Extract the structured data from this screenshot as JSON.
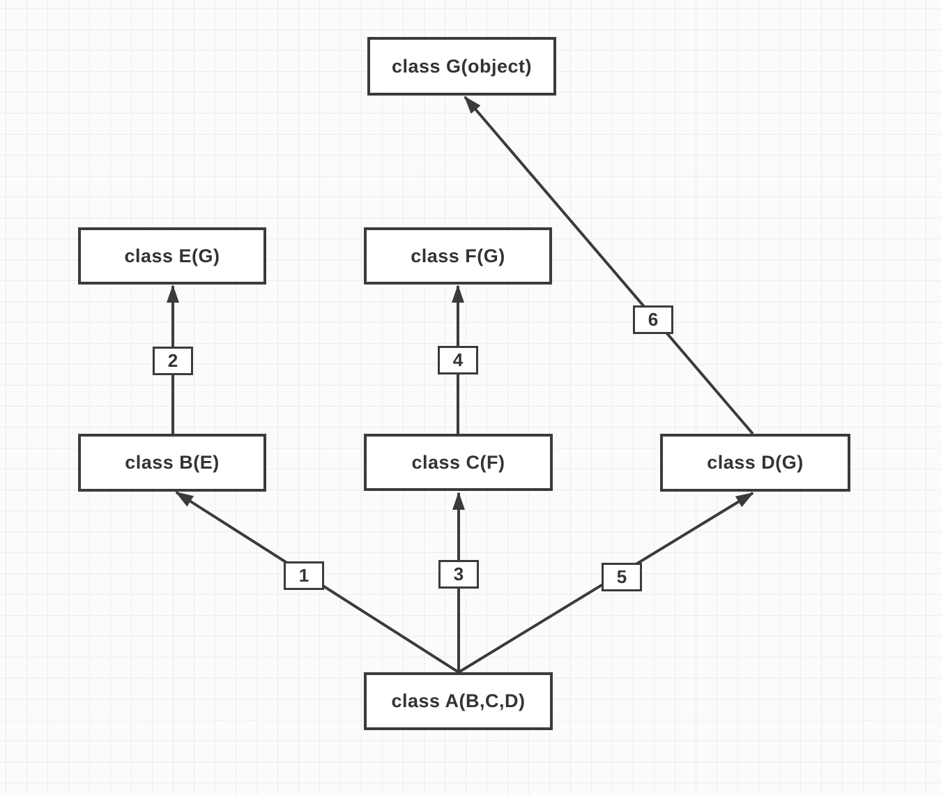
{
  "diagram": {
    "title": "python-class-mro-inheritance-diagram",
    "colors": {
      "background": "#fbfbfb",
      "grid_line": "#ececec",
      "stroke": "#3b3b3b",
      "node_fill": "#ffffff",
      "text": "#333333"
    },
    "nodes": [
      {
        "id": "G",
        "label": "class G(object)"
      },
      {
        "id": "E",
        "label": "class E(G)"
      },
      {
        "id": "F",
        "label": "class F(G)"
      },
      {
        "id": "B",
        "label": "class B(E)"
      },
      {
        "id": "C",
        "label": "class C(F)"
      },
      {
        "id": "D",
        "label": "class D(G)"
      },
      {
        "id": "A",
        "label": "class A(B,C,D)"
      }
    ],
    "edges": [
      {
        "number": "1",
        "from": "A",
        "to": "B"
      },
      {
        "number": "2",
        "from": "B",
        "to": "E"
      },
      {
        "number": "3",
        "from": "A",
        "to": "C"
      },
      {
        "number": "4",
        "from": "C",
        "to": "F"
      },
      {
        "number": "5",
        "from": "A",
        "to": "D"
      },
      {
        "number": "6",
        "from": "D",
        "to": "G"
      }
    ]
  }
}
